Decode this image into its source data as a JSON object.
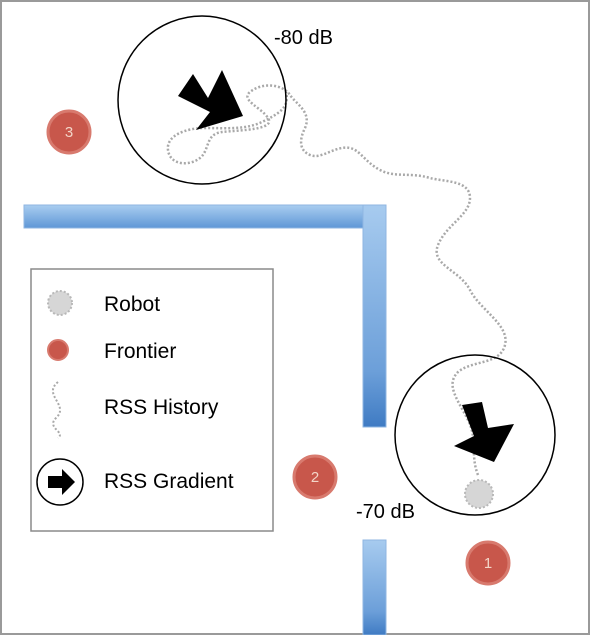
{
  "labels": {
    "db_top": "-80 dB",
    "db_bottom": "-70 dB"
  },
  "frontiers": [
    {
      "number": "1"
    },
    {
      "number": "2"
    },
    {
      "number": "3"
    }
  ],
  "legend": {
    "robot": "Robot",
    "frontier": "Frontier",
    "rss_history": "RSS History",
    "rss_gradient": "RSS Gradient"
  },
  "colors": {
    "wall": "#7fb1e6",
    "wall_dark": "#4a86c8",
    "frontier": "#c8574b",
    "robot": "#d6d6d6",
    "path": "#a9a9a9",
    "border": "#9a9a9a"
  }
}
